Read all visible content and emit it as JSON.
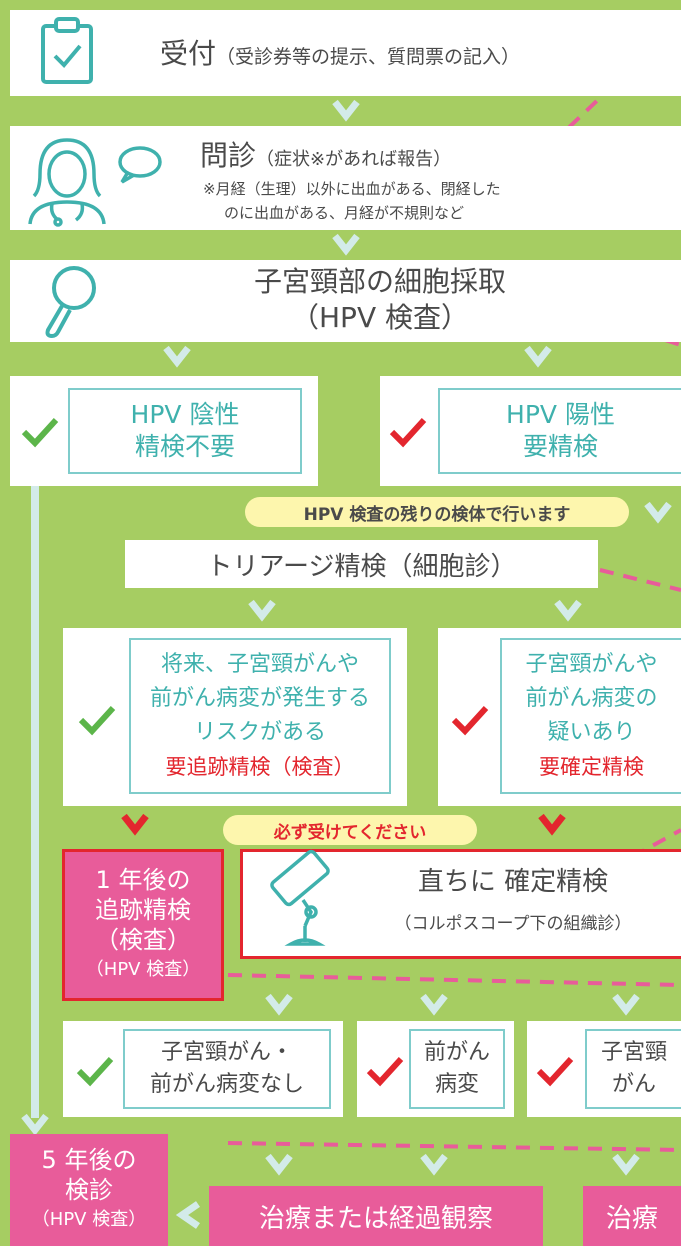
{
  "reception": {
    "title": "受付",
    "detail": "（受診券等の提示、質問票の記入）"
  },
  "interview": {
    "title": "問診",
    "detail": "（症状※があれば報告）",
    "note_line1": "※月経（生理）以外に出血がある、閉経した",
    "note_line2": "のに出血がある、月経が不規則など"
  },
  "sampling": {
    "line1": "子宮頸部の細胞採取",
    "line2": "（HPV 検査）"
  },
  "hpv_negative": {
    "line1": "HPV 陰性",
    "line2": "精検不要"
  },
  "hpv_positive": {
    "line1": "HPV 陽性",
    "line2": "要精検"
  },
  "remaining_sample_note": "HPV 検査の残りの検体で行います",
  "triage": {
    "label": "トリアージ精検（細胞診）"
  },
  "risk_result": {
    "line1": "将来、子宮頸がんや",
    "line2": "前がん病変が発生する",
    "line3": "リスクがある",
    "line4": "要追跡精検（検査）"
  },
  "suspect_result": {
    "line1": "子宮頸がんや",
    "line2": "前がん病変の",
    "line3": "疑いあり",
    "line4": "要確定精検"
  },
  "must_attend": "必ず受けてください",
  "followup_1yr": {
    "line1": "1 年後の",
    "line2": "追跡精検",
    "line3": "（検査）",
    "line4": "（HPV 検査）"
  },
  "definitive": {
    "line1": "直ちに 確定精検",
    "line2": "（コルポスコープ下の組織診）"
  },
  "no_lesion": {
    "line1": "子宮頸がん・",
    "line2": "前がん病変なし"
  },
  "precancer": {
    "line1": "前がん",
    "line2": "病変"
  },
  "cancer": {
    "line1": "子宮頸",
    "line2": "がん"
  },
  "screening_5yr": {
    "line1": "5 年後の",
    "line2": "検診",
    "line3": "（HPV 検査）"
  },
  "treatment_or_observation": "治療または経過観察",
  "treatment": "治療",
  "colors": {
    "background": "#a6cd62",
    "teal": "#3fb1ad",
    "pink": "#e85c9a",
    "red": "#e3262e",
    "arrow": "#d3ebe9",
    "pill": "#fdf6ad"
  }
}
